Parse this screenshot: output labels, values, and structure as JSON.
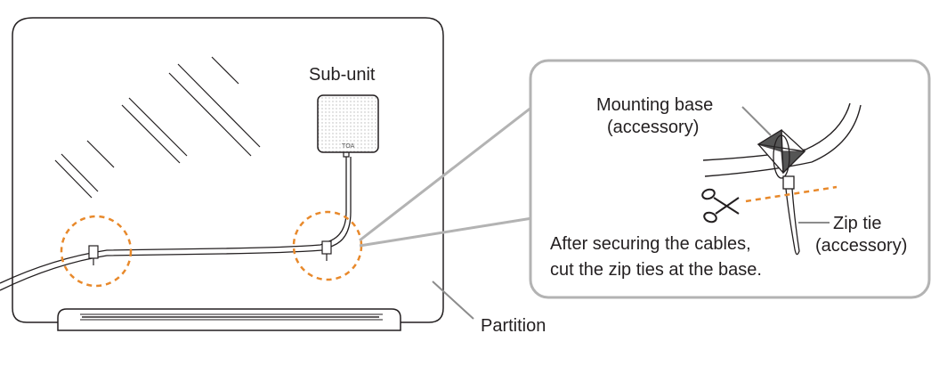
{
  "labels": {
    "sub_unit": "Sub-unit",
    "partition": "Partition",
    "mounting_base_line1": "Mounting base",
    "mounting_base_line2": "(accessory)",
    "zip_tie_line1": "Zip tie",
    "zip_tie_line2": "(accessory)",
    "instruction_line1": "After securing the cables,",
    "instruction_line2": "cut the zip ties at the base."
  },
  "logo_text": "TOA",
  "colors": {
    "line": "#231f20",
    "highlight_circle": "#e8892b",
    "callout_border": "#b3b3b3",
    "leader_line": "#8c8c8c"
  }
}
